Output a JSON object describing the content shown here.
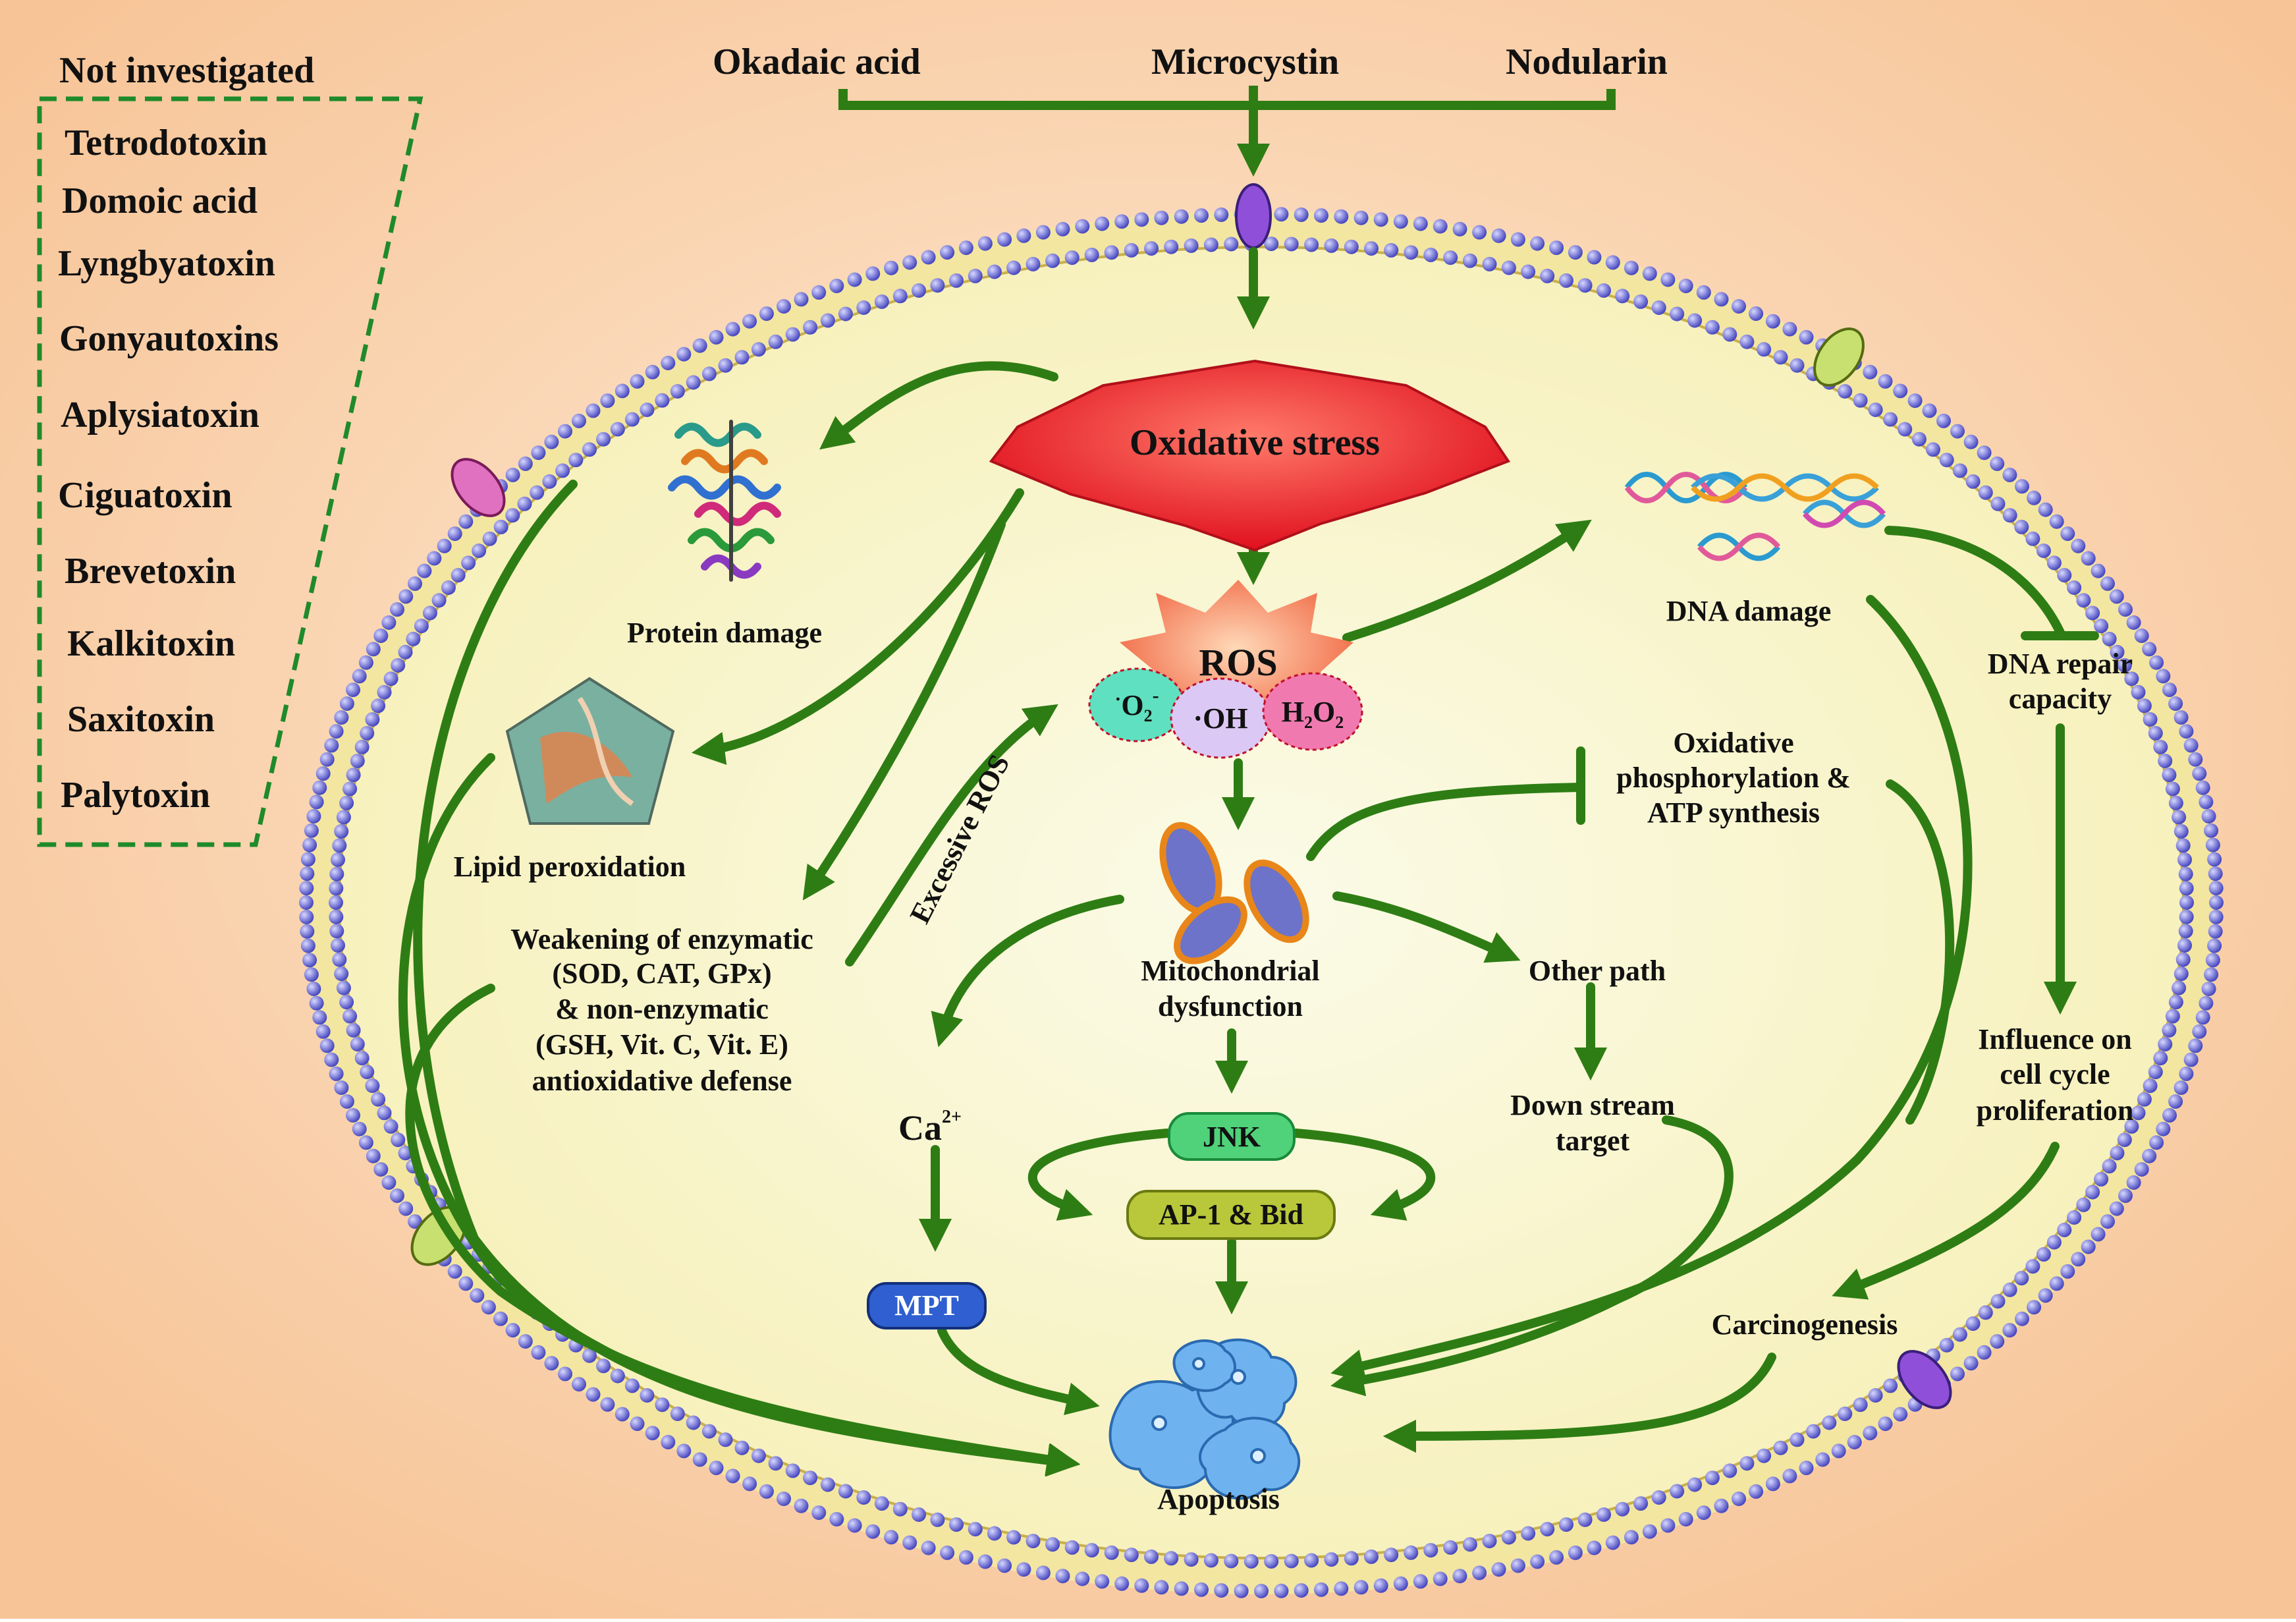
{
  "colors": {
    "background_outer": "#f8c9a0",
    "background_inner": "#fde7cf",
    "cell_fill": "#fbf7d0",
    "membrane_bead": "#6f6fd8",
    "arrow_green": "#2e7d14",
    "dashed_box": "#1f8a2a",
    "oxidative_star": "#e8202a",
    "ros_star": "#f06a4a",
    "o2_bubble": "#5fe0c0",
    "oh_bubble": "#d9c6f2",
    "h2o2_bubble": "#f07ab0",
    "jnk_pill": "#4fd27a",
    "ap1_pill": "#b8c83a",
    "mpt_pill": "#2f5fd0",
    "apoptosis_cells": "#6fb2f0"
  },
  "not_investigated": {
    "title": "Not investigated",
    "toxins": [
      "Tetrodotoxin",
      "Domoic acid",
      "Lyngbyatoxin",
      "Gonyautoxins",
      "Aplysiatoxin",
      "Ciguatoxin",
      "Brevetoxin",
      "Kalkitoxin",
      "Saxitoxin",
      "Palytoxin"
    ]
  },
  "toxins_top": {
    "okadaic": "Okadaic acid",
    "microcystin": "Microcystin",
    "nodularin": "Nodularin"
  },
  "nodes": {
    "oxidative_stress": "Oxidative stress",
    "ros": "ROS",
    "o2": {
      "pre": "·",
      "base": "O",
      "sub": "2",
      "sup": "-"
    },
    "oh": "·OH",
    "h2o2": {
      "a": "H",
      "s1": "2",
      "b": "O",
      "s2": "2"
    },
    "protein_damage": "Protein damage",
    "lipid_peroxidation": "Lipid peroxidation",
    "weakening": [
      "Weakening of enzymatic",
      "(SOD, CAT, GPx)",
      "& non-enzymatic",
      "(GSH, Vit. C, Vit. E)",
      "antioxidative defense"
    ],
    "excessive_ros": "Excessive ROS",
    "mitochondrial": [
      "Mitochondrial",
      "dysfunction"
    ],
    "dna_damage": "DNA damage",
    "dna_repair": [
      "DNA repair",
      "capacity"
    ],
    "oxphos": [
      "Oxidative",
      "phosphorylation &",
      "ATP synthesis"
    ],
    "other_path": "Other path",
    "down_stream": [
      "Down stream",
      "target"
    ],
    "influence": [
      "Influence on",
      "cell cycle",
      "proliferation"
    ],
    "carcinogenesis": "Carcinogenesis",
    "ca": {
      "base": "Ca",
      "sup": "2+"
    },
    "jnk": "JNK",
    "ap1": "AP-1 & Bid",
    "mpt": "MPT",
    "apoptosis": "Apoptosis"
  }
}
